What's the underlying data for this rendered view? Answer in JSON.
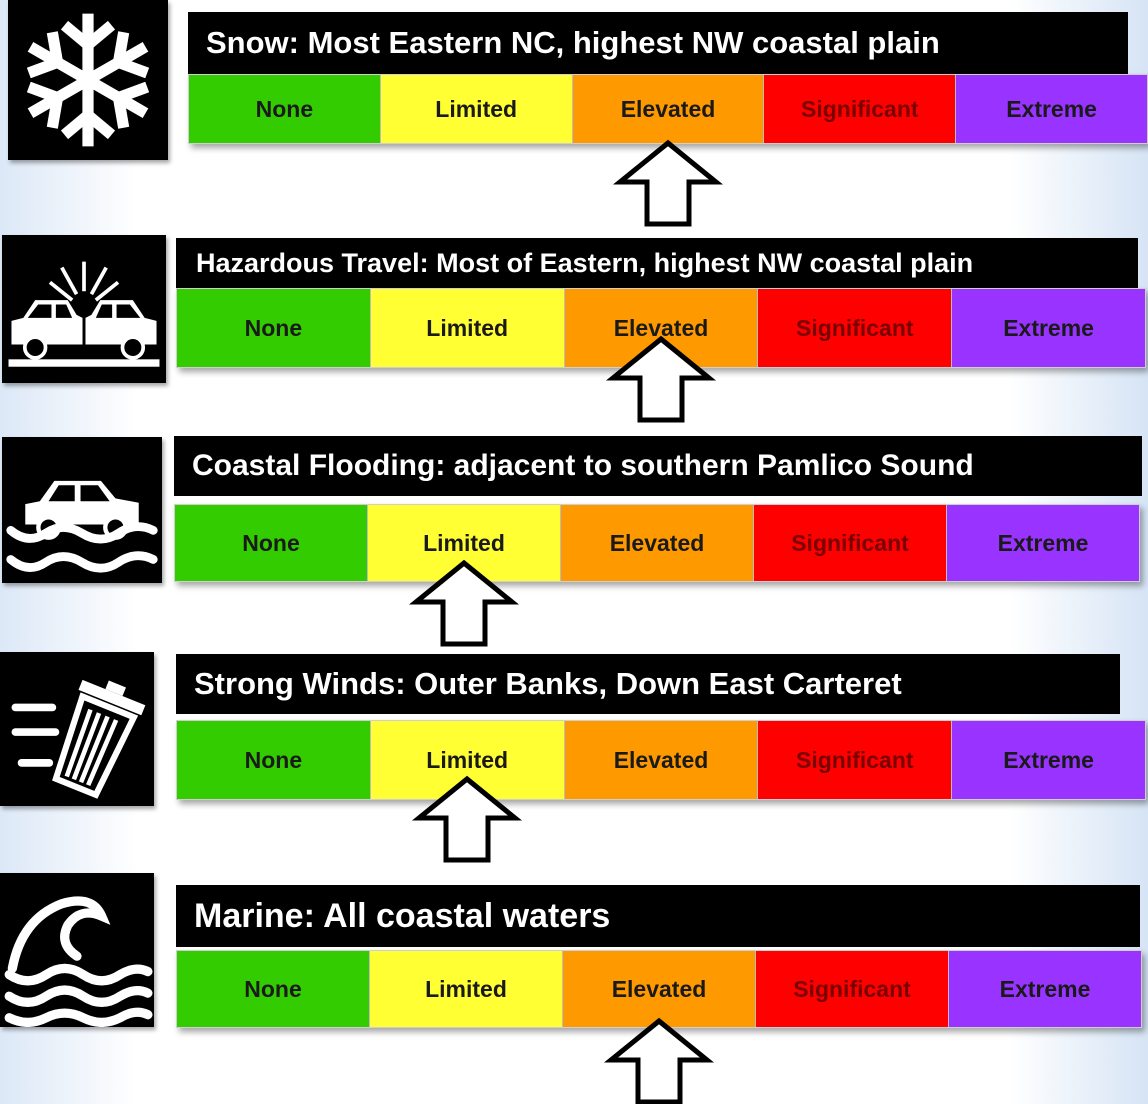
{
  "levels": [
    "None",
    "Limited",
    "Elevated",
    "Significant",
    "Extreme"
  ],
  "level_colors": {
    "None": "#33cc00",
    "Limited": "#ffff33",
    "Elevated": "#ff9900",
    "Significant": "#ff0000",
    "Extreme": "#9933ff"
  },
  "hazards": [
    {
      "icon": "snowflake-icon",
      "title": "Snow: Most Eastern NC, highest NW coastal plain",
      "current_level": "Elevated"
    },
    {
      "icon": "car-crash-icon",
      "title": "Hazardous Travel: Most of Eastern, highest NW coastal plain",
      "current_level": "Elevated"
    },
    {
      "icon": "car-flood-icon",
      "title": "Coastal Flooding: adjacent to southern Pamlico Sound",
      "current_level": "Limited"
    },
    {
      "icon": "blowing-trash-can-icon",
      "title": "Strong Winds: Outer Banks, Down East Carteret",
      "current_level": "Limited"
    },
    {
      "icon": "ocean-wave-icon",
      "title": "Marine: All coastal waters",
      "current_level": "Elevated"
    }
  ]
}
